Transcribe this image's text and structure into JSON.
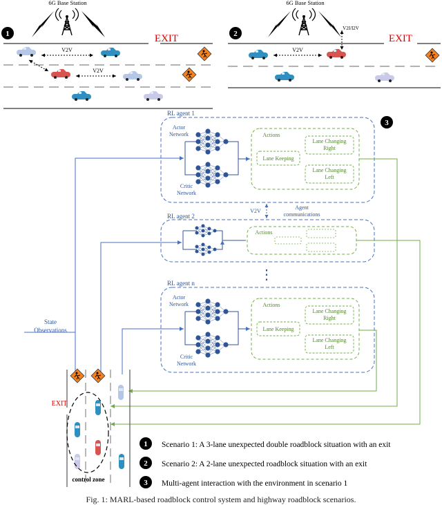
{
  "scenario1": {
    "number": "1",
    "base_station": "6G Base Station",
    "exit": "EXIT",
    "v2v_top": "V2V",
    "v2v_bottom": "V2V"
  },
  "scenario2": {
    "number": "2",
    "base_station": "6G Base Station",
    "exit": "EXIT",
    "v2i": "V2I/I2V",
    "v2v": "V2V"
  },
  "panel3": {
    "number": "3",
    "agent1": {
      "title": "RL agent 1",
      "actor_l1": "Actor",
      "actor_l2": "Network",
      "critic_l1": "Critic",
      "critic_l2": "Network",
      "actions": "Actions",
      "lane_keeping": "Lane Keeping",
      "lcr_l1": "Lane Changing",
      "lcr_l2": "Right",
      "lcl_l1": "Lane Changing",
      "lcl_l2": "Left"
    },
    "v2v": "V2V",
    "agent_comm_l1": "Agent",
    "agent_comm_l2": "communications",
    "agent2": {
      "title": "RL agent 2",
      "actions": "Actions"
    },
    "ellipsis": "⋮",
    "agentn": {
      "title": "RL agent n",
      "actor_l1": "Actor",
      "actor_l2": "Network",
      "critic_l1": "Critic",
      "critic_l2": "Network",
      "actions": "Actions",
      "lane_keeping": "Lane Keeping",
      "lcr_l1": "Lane Changing",
      "lcr_l2": "Right",
      "lcl_l1": "Lane Changing",
      "lcl_l2": "Left"
    },
    "state_l1": "State",
    "state_l2": "Observations"
  },
  "road": {
    "exit": "EXIT",
    "control_zone": "control zone"
  },
  "legend": [
    {
      "num": "1",
      "text": "Scenario 1: A 3-lane unexpected double roadblock situation with an exit"
    },
    {
      "num": "2",
      "text": "Scenario 2: A 2-lane unexpected roadblock situation with an exit"
    },
    {
      "num": "3",
      "text": "Multi-agent interaction with the environment in scenario 1"
    }
  ],
  "caption": "Fig. 1: MARL-based roadblock control system and highway roadblock scenarios.",
  "colors": {
    "blue": "#4472c4",
    "green": "#70ad47",
    "red": "#e00000",
    "sign": "#f58220"
  }
}
